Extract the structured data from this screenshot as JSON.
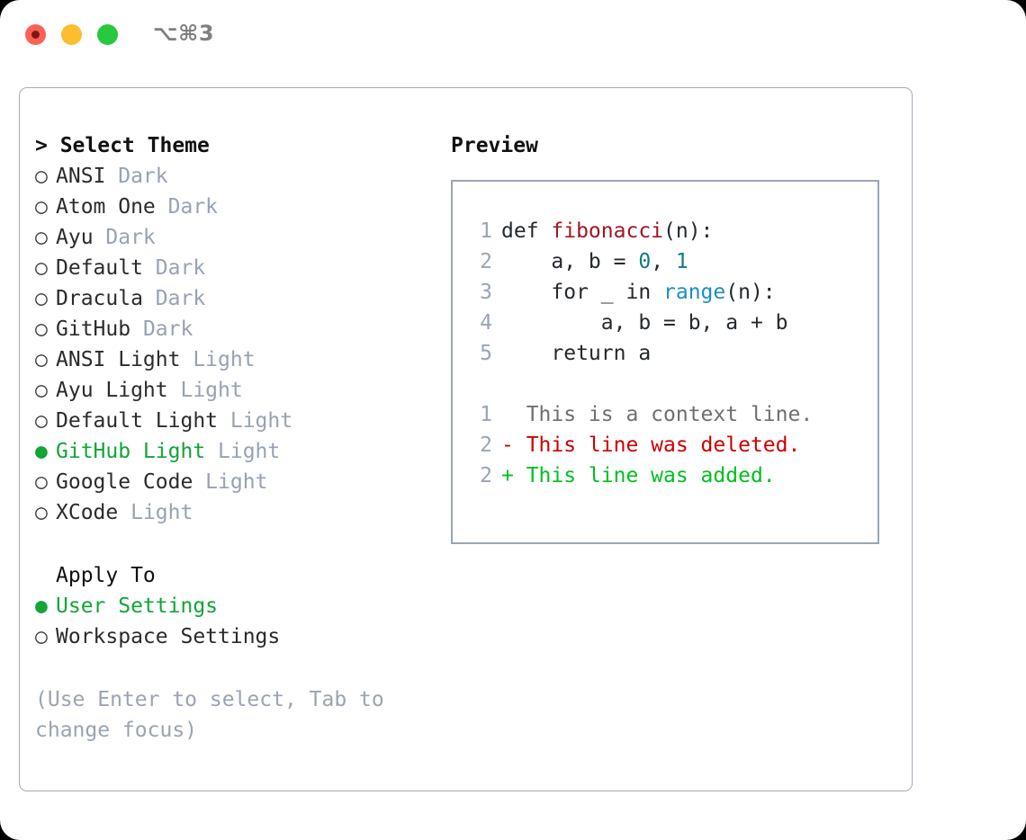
{
  "window": {
    "shortcut": "⌥⌘3",
    "traffic_lights": {
      "close": "#fc6157",
      "minimize": "#fcbd2e",
      "zoom": "#28c83f"
    }
  },
  "colors": {
    "accent_green": "#12a537",
    "muted": "#98a2b3",
    "border": "#a3adbb",
    "diff_add": "#00c020",
    "diff_del": "#cc0000",
    "diff_ctx": "#6f6f6f",
    "fn_red": "#a11722",
    "num_teal": "#0f7c85",
    "call_blue": "#1a8fc1"
  },
  "theme_selector": {
    "title": "> Select Theme",
    "focused": true,
    "items": [
      {
        "bullet": "○",
        "label": "ANSI",
        "badge": "Dark",
        "selected": false
      },
      {
        "bullet": "○",
        "label": "Atom One",
        "badge": "Dark",
        "selected": false
      },
      {
        "bullet": "○",
        "label": "Ayu",
        "badge": "Dark",
        "selected": false
      },
      {
        "bullet": "○",
        "label": "Default",
        "badge": "Dark",
        "selected": false
      },
      {
        "bullet": "○",
        "label": "Dracula",
        "badge": "Dark",
        "selected": false
      },
      {
        "bullet": "○",
        "label": "GitHub",
        "badge": "Dark",
        "selected": false
      },
      {
        "bullet": "○",
        "label": "ANSI Light",
        "badge": "Light",
        "selected": false
      },
      {
        "bullet": "○",
        "label": "Ayu Light",
        "badge": "Light",
        "selected": false
      },
      {
        "bullet": "○",
        "label": "Default Light",
        "badge": "Light",
        "selected": false
      },
      {
        "bullet": "●",
        "label": "GitHub Light",
        "badge": "Light",
        "selected": true
      },
      {
        "bullet": "○",
        "label": "Google Code",
        "badge": "Light",
        "selected": false
      },
      {
        "bullet": "○",
        "label": "XCode",
        "badge": "Light",
        "selected": false
      }
    ]
  },
  "apply_to": {
    "title": "Apply To",
    "focused": false,
    "items": [
      {
        "bullet": "●",
        "label": "User Settings",
        "selected": true
      },
      {
        "bullet": "○",
        "label": "Workspace Settings",
        "selected": false
      }
    ]
  },
  "hint": "(Use Enter to select, Tab to change focus)",
  "preview": {
    "title": "Preview",
    "code_lines": [
      {
        "num": "1",
        "segments": [
          {
            "text": "def ",
            "cls": "tok-plain"
          },
          {
            "text": "fibonacci",
            "cls": "tok-fn"
          },
          {
            "text": "(n):",
            "cls": "tok-plain"
          }
        ]
      },
      {
        "num": "2",
        "segments": [
          {
            "text": "    a, b = ",
            "cls": "tok-plain"
          },
          {
            "text": "0",
            "cls": "tok-num"
          },
          {
            "text": ", ",
            "cls": "tok-plain"
          },
          {
            "text": "1",
            "cls": "tok-num"
          }
        ]
      },
      {
        "num": "3",
        "segments": [
          {
            "text": "    for _ in ",
            "cls": "tok-plain"
          },
          {
            "text": "range",
            "cls": "tok-call"
          },
          {
            "text": "(n):",
            "cls": "tok-plain"
          }
        ]
      },
      {
        "num": "4",
        "segments": [
          {
            "text": "        a, b = b, a + b",
            "cls": "tok-plain"
          }
        ]
      },
      {
        "num": "5",
        "segments": [
          {
            "text": "    return a",
            "cls": "tok-plain"
          }
        ]
      }
    ],
    "diff_lines": [
      {
        "num": "1",
        "text": "  This is a context line.",
        "cls": "diff-ctx"
      },
      {
        "num": "2",
        "text": "- This line was deleted.",
        "cls": "diff-del"
      },
      {
        "num": "2",
        "text": "+ This line was added.",
        "cls": "diff-add"
      }
    ]
  }
}
